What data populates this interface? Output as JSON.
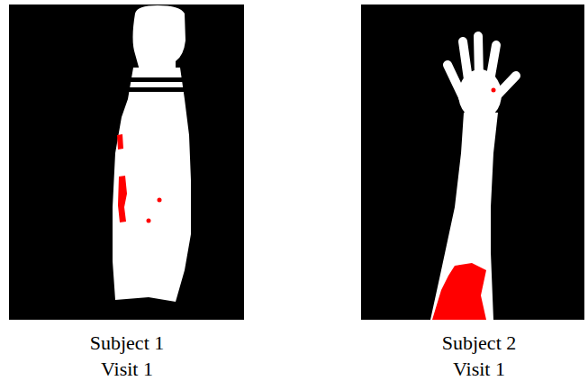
{
  "diagram": {
    "labels": [
      "Subject 1",
      "Visit 1",
      "Subject 2",
      "Visit 1"
    ]
  }
}
